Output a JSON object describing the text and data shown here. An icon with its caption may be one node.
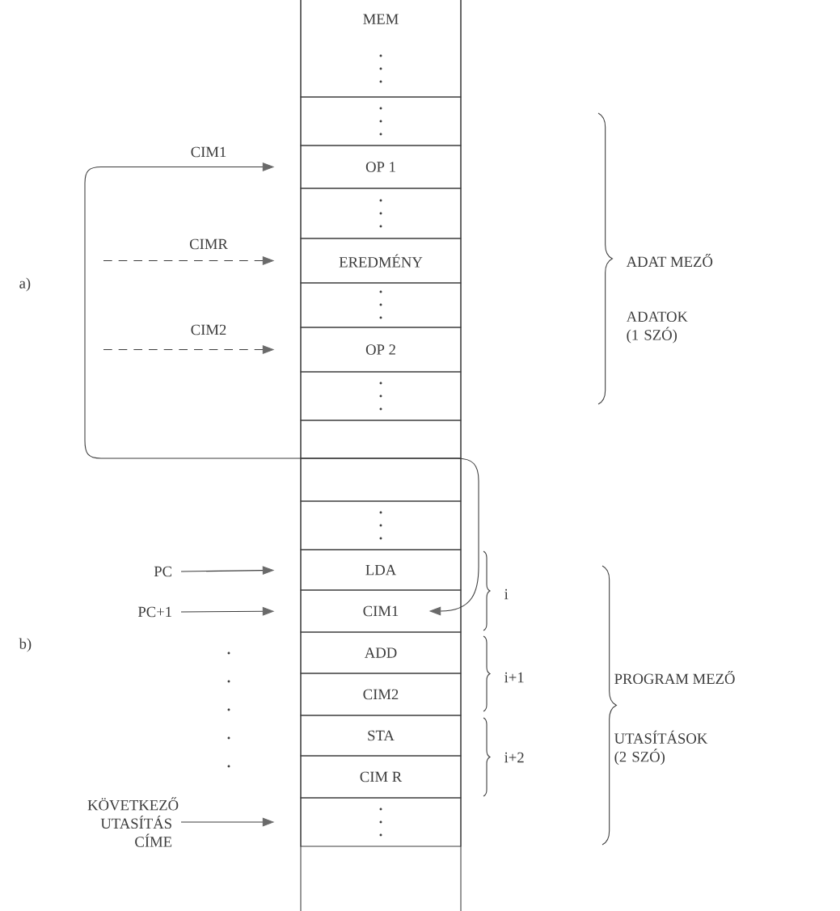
{
  "diagram": {
    "nodes": [
      {
        "text": [
          "MEM"
        ]
      },
      {
        "text": [],
        "shape": "box"
      },
      {
        "text": [
          "OP 1"
        ]
      },
      {
        "text": [],
        "shape": "box"
      },
      {
        "text": [
          "EREDMÉNY"
        ]
      },
      {
        "text": [],
        "shape": "box"
      },
      {
        "text": [
          "OP 2"
        ]
      },
      {
        "text": [],
        "shape": "box"
      },
      {
        "text": [],
        "shape": "box"
      },
      {
        "text": [],
        "shape": "box"
      },
      {
        "text": [],
        "shape": "box"
      },
      {
        "text": [
          "LDA"
        ]
      },
      {
        "text": [
          "CIM1"
        ]
      },
      {
        "text": [
          "ADD"
        ]
      },
      {
        "text": [
          "CIM2"
        ]
      },
      {
        "text": [
          "STA"
        ]
      },
      {
        "text": [
          "CIM R"
        ]
      },
      {
        "text": [],
        "shape": "box"
      },
      {
        "text": [
          "PC"
        ]
      },
      {
        "text": [
          "PC+1"
        ]
      },
      {
        "text": [
          "KÖVETKEZŐ UTASÍTÁS CÍME"
        ]
      }
    ],
    "edges": [
      {
        "from": 12,
        "to": 2,
        "arrow": "both",
        "label": "CIM1"
      },
      {
        "from": null,
        "to": 4,
        "arrow": "to",
        "label": "CIMR",
        "style": "dashed"
      },
      {
        "from": null,
        "to": 6,
        "arrow": "to",
        "label": "CIM2",
        "style": "dashed"
      },
      {
        "from": 18,
        "to": 11,
        "arrow": "to"
      },
      {
        "from": 19,
        "to": 12,
        "arrow": "to"
      },
      {
        "from": 20,
        "to": 17,
        "arrow": "to"
      }
    ],
    "labels": [
      "ADAT MEZŐ",
      "a)",
      "ADATOK (1 SZÓ)",
      "i",
      "i+1",
      "PROGRAM MEZŐ",
      "b)",
      "UTASÍTÁSOK (2 SZÓ)",
      "i+2"
    ]
  }
}
